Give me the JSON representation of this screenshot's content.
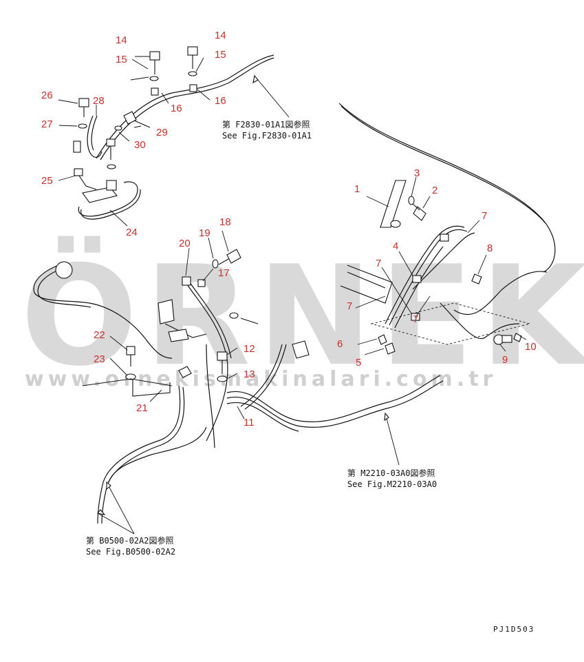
{
  "watermark": {
    "brand": "ÖRNEK",
    "url": "www.ornekismakinalari.com.tr",
    "color": "#d9d9d9"
  },
  "colors": {
    "part_number": "#c8302b",
    "line": "#111111",
    "background": "#ffffff"
  },
  "part_numbers": [
    {
      "id": "n14a",
      "text": "14"
    },
    {
      "id": "n14b",
      "text": "14"
    },
    {
      "id": "n15a",
      "text": "15"
    },
    {
      "id": "n15b",
      "text": "15"
    },
    {
      "id": "n16a",
      "text": "16"
    },
    {
      "id": "n16b",
      "text": "16"
    },
    {
      "id": "n26",
      "text": "26"
    },
    {
      "id": "n28",
      "text": "28"
    },
    {
      "id": "n27",
      "text": "27"
    },
    {
      "id": "n29",
      "text": "29"
    },
    {
      "id": "n30",
      "text": "30"
    },
    {
      "id": "n25",
      "text": "25"
    },
    {
      "id": "n24",
      "text": "24"
    },
    {
      "id": "n3",
      "text": "3"
    },
    {
      "id": "n1",
      "text": "1"
    },
    {
      "id": "n2",
      "text": "2"
    },
    {
      "id": "n7a",
      "text": "7"
    },
    {
      "id": "n4",
      "text": "4"
    },
    {
      "id": "n8",
      "text": "8"
    },
    {
      "id": "n7b",
      "text": "7"
    },
    {
      "id": "n7c",
      "text": "7"
    },
    {
      "id": "n7d",
      "text": "7"
    },
    {
      "id": "n18",
      "text": "18"
    },
    {
      "id": "n20",
      "text": "20"
    },
    {
      "id": "n19",
      "text": "19"
    },
    {
      "id": "n17",
      "text": "17"
    },
    {
      "id": "n22",
      "text": "22"
    },
    {
      "id": "n23",
      "text": "23"
    },
    {
      "id": "n12",
      "text": "12"
    },
    {
      "id": "n13",
      "text": "13"
    },
    {
      "id": "n6",
      "text": "6"
    },
    {
      "id": "n5",
      "text": "5"
    },
    {
      "id": "n9",
      "text": "9"
    },
    {
      "id": "n10",
      "text": "10"
    },
    {
      "id": "n21",
      "text": "21"
    },
    {
      "id": "n11",
      "text": "11"
    }
  ],
  "references": {
    "f2830_jp": "第 F2830-01A1図参照",
    "f2830_en": "See Fig.F2830-01A1",
    "m2210_jp": "第 M2210-03A0図参照",
    "m2210_en": "See Fig.M2210-03A0",
    "b0500_jp": "第 B0500-02A2図参照",
    "b0500_en": "See Fig.B0500-02A2"
  },
  "drawing_code": "PJ1D503"
}
